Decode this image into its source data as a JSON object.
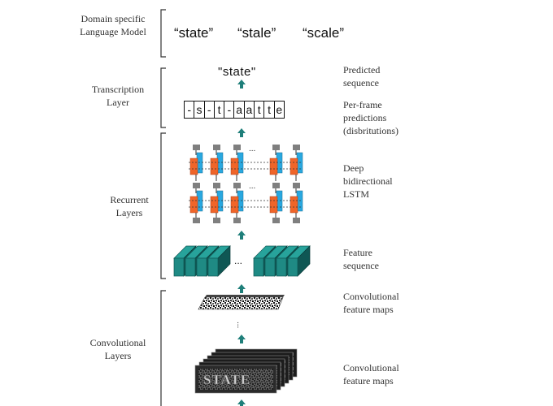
{
  "left_labels": {
    "language_model": [
      "Domain specific",
      "Language Model"
    ],
    "transcription": [
      "Transcription",
      "Layer"
    ],
    "recurrent": [
      "Recurrent",
      "Layers"
    ],
    "convolutional": [
      "Convolutional",
      "Layers"
    ]
  },
  "candidates": [
    "“state”",
    "“stale”",
    "“scale”"
  ],
  "predicted_text": "\"state\"",
  "frame_predictions": [
    "-",
    "s",
    "-",
    "t",
    "-",
    "a",
    "a",
    "t",
    "t",
    "e"
  ],
  "right_labels": {
    "predicted": [
      "Predicted",
      "sequence"
    ],
    "per_frame": [
      "Per-frame",
      "predictions",
      "(disbritutions)"
    ],
    "deep_lstm": [
      "Deep",
      "bidirectional",
      "LSTM"
    ],
    "feature_seq": [
      "Feature",
      "sequence"
    ],
    "conv_maps_top": [
      "Convolutional",
      "feature maps"
    ],
    "conv_maps_bottom": [
      "Convolutional",
      "feature maps"
    ]
  },
  "input_image_text": "STATE",
  "ellipsis": "...",
  "colors": {
    "arrow": "#1f7f7a",
    "lstm_orange": "#f06529",
    "lstm_blue": "#29a8e0",
    "lstm_gray": "#7f7f7f",
    "feature_teal": "#1f8a84",
    "feature_dark": "#0f5754",
    "bracket": "#333333"
  }
}
